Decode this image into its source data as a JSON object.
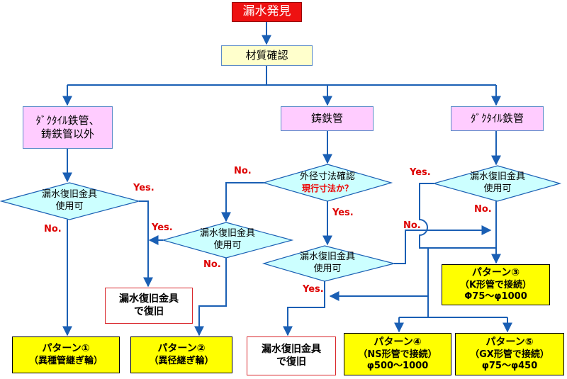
{
  "nodes": {
    "start": "漏水発見",
    "material": "材質確認",
    "pipe_other_l1": "ﾀﾞｸﾀｲﾙ鉄管、",
    "pipe_other_l2": "鋳鉄管以外",
    "cast_iron": "鋳鉄管",
    "ductile": "ﾀﾞｸﾀｲﾙ鉄管",
    "d1_l1": "漏水復旧金具",
    "d1_l2": "使用可",
    "d2_l1": "外径寸法確認",
    "d2_l2": "現行寸法か？",
    "d3_l1": "漏水復旧金具",
    "d3_l2": "使用可",
    "d4_l1": "漏水復旧金具",
    "d4_l2": "使用可",
    "d5_l1": "漏水復旧金具",
    "d5_l2": "使用可",
    "repair1_l1": "漏水復旧金具",
    "repair1_l2": "で復旧",
    "repair2_l1": "漏水復旧金具",
    "repair2_l2": "で復旧",
    "p1_l1": "パターン①",
    "p1_l2": "（異種管継ぎ輪）",
    "p2_l1": "パターン②",
    "p2_l2": "（異径継ぎ輪）",
    "p3_l1": "パターン③",
    "p3_l2": "（K形管で接続）",
    "p3_l3": "Φ75～φ1000",
    "p4_l1": "パターン④",
    "p4_l2": "（NS形管で接続）",
    "p4_l3": "φ500～1000",
    "p5_l1": "パターン⑤",
    "p5_l2": "（GX形管で接続）",
    "p5_l3": "φ75～φ450"
  },
  "labels": {
    "yes": "Yes.",
    "no": "No."
  },
  "colors": {
    "arrow": "#1a5fb4",
    "start_fill": "#ee1111",
    "material_fill": "#ffffcc",
    "pipe_fill": "#ffccff",
    "decision_fill": "#ccffff",
    "pattern_fill": "#ffff00",
    "label_red": "#dd0000"
  }
}
